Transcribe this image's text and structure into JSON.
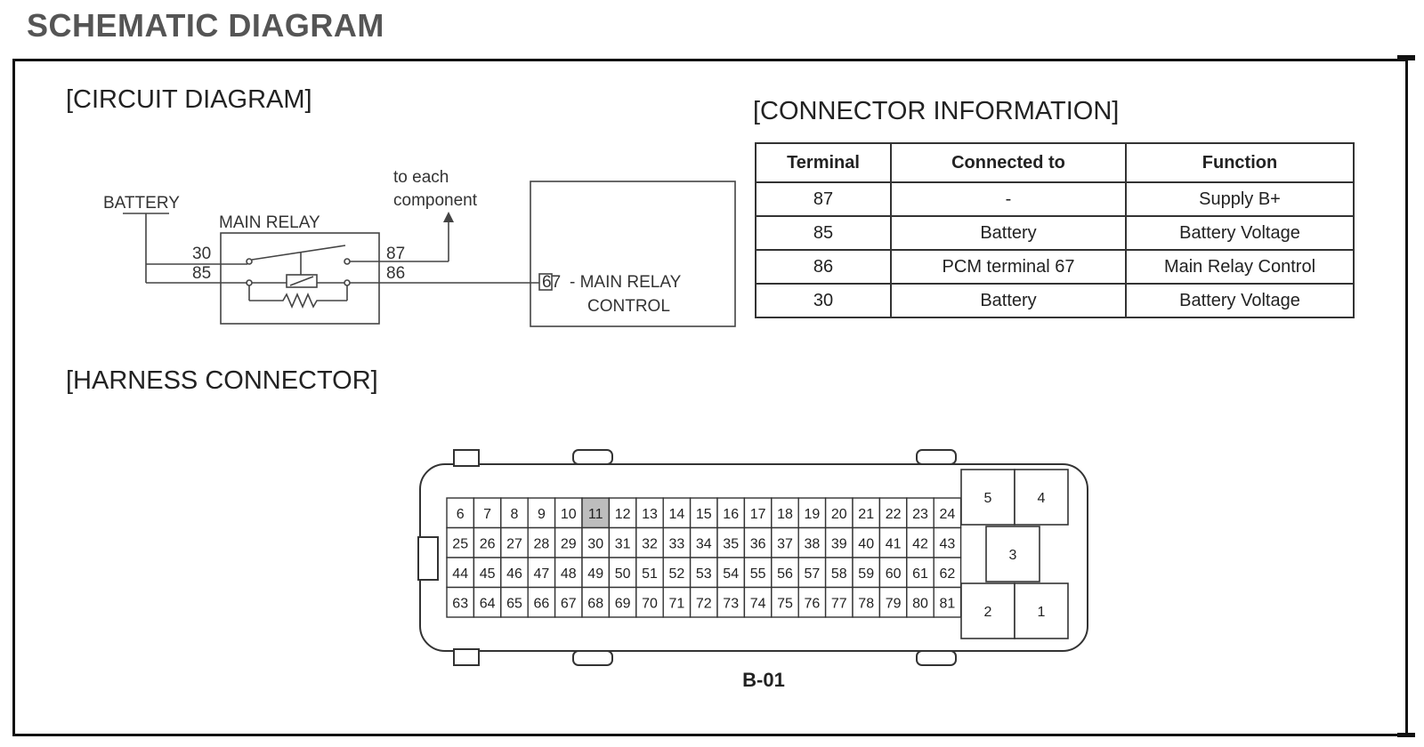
{
  "page_title": "SCHEMATIC DIAGRAM",
  "sections": {
    "circuit": "[CIRCUIT DIAGRAM]",
    "connector": "[CONNECTOR INFORMATION]",
    "harness": "[HARNESS CONNECTOR]"
  },
  "circuit": {
    "battery": "BATTERY",
    "main_relay": "MAIN RELAY",
    "to_each_line1": "to each",
    "to_each_line2": "component",
    "pin_30": "30",
    "pin_85": "85",
    "pin_87": "87",
    "pin_86": "86",
    "pcm_terminal": "67",
    "pcm_label_line1": "- MAIN RELAY",
    "pcm_label_line2": "CONTROL"
  },
  "connector_table": {
    "headers": [
      "Terminal",
      "Connected to",
      "Function"
    ],
    "rows": [
      [
        "87",
        "-",
        "Supply B+"
      ],
      [
        "85",
        "Battery",
        "Battery Voltage"
      ],
      [
        "86",
        "PCM terminal 67",
        "Main Relay Control"
      ],
      [
        "30",
        "Battery",
        "Battery Voltage"
      ]
    ]
  },
  "harness": {
    "pin_rows": [
      [
        "6",
        "7",
        "8",
        "9",
        "10",
        "11",
        "12",
        "13",
        "14",
        "15",
        "16",
        "17",
        "18",
        "19",
        "20",
        "21",
        "22",
        "23",
        "24"
      ],
      [
        "25",
        "26",
        "27",
        "28",
        "29",
        "30",
        "31",
        "32",
        "33",
        "34",
        "35",
        "36",
        "37",
        "38",
        "39",
        "40",
        "41",
        "42",
        "43"
      ],
      [
        "44",
        "45",
        "46",
        "47",
        "48",
        "49",
        "50",
        "51",
        "52",
        "53",
        "54",
        "55",
        "56",
        "57",
        "58",
        "59",
        "60",
        "61",
        "62"
      ],
      [
        "63",
        "64",
        "65",
        "66",
        "67",
        "68",
        "69",
        "70",
        "71",
        "72",
        "73",
        "74",
        "75",
        "76",
        "77",
        "78",
        "79",
        "80",
        "81"
      ]
    ],
    "highlighted_pin": "11",
    "highlight_color": "#bdbdbd",
    "large_pins": [
      "1",
      "2",
      "3",
      "4",
      "5"
    ],
    "connector_code": "B-01"
  }
}
